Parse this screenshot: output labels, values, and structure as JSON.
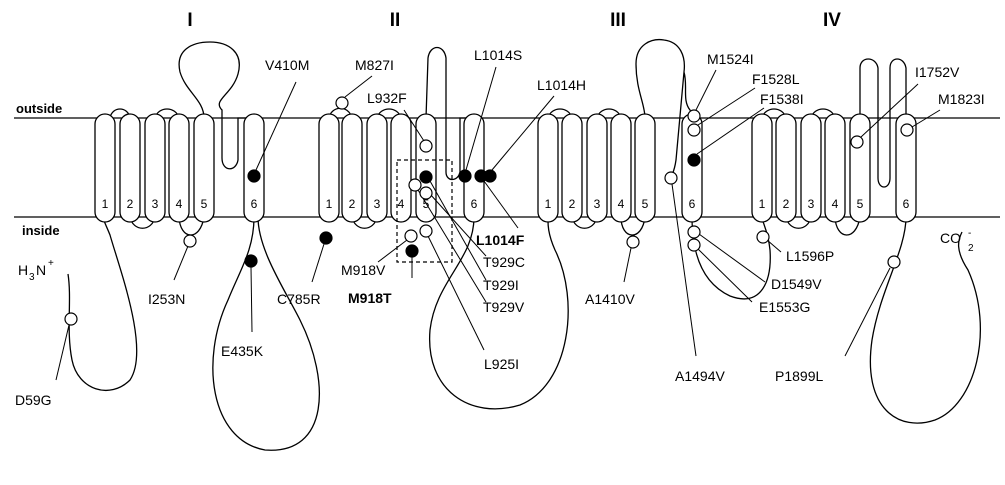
{
  "domains": [
    "I",
    "II",
    "III",
    "IV"
  ],
  "sides": {
    "outside": "outside",
    "inside": "inside"
  },
  "segment_numbers": [
    "1",
    "2",
    "3",
    "4",
    "5",
    "6"
  ],
  "n_terminus": {
    "base": "H",
    "sub": "3",
    "n": "N",
    "sup": "+"
  },
  "c_terminus": {
    "base": "CO",
    "sup": "-",
    "sub": "2"
  },
  "mutations": [
    {
      "id": "v410m",
      "label": "V410M",
      "filled": true,
      "bold": false
    },
    {
      "id": "m827i",
      "label": "M827I",
      "filled": false,
      "bold": false
    },
    {
      "id": "l932f",
      "label": "L932F",
      "filled": false,
      "bold": false
    },
    {
      "id": "l1014s",
      "label": "L1014S",
      "filled": true,
      "bold": false
    },
    {
      "id": "l1014h",
      "label": "L1014H",
      "filled": true,
      "bold": false
    },
    {
      "id": "m1524i",
      "label": "M1524I",
      "filled": false,
      "bold": false
    },
    {
      "id": "f1528l",
      "label": "F1528L",
      "filled": false,
      "bold": false
    },
    {
      "id": "f1538i",
      "label": "F1538I",
      "filled": true,
      "bold": false
    },
    {
      "id": "i1752v",
      "label": "I1752V",
      "filled": false,
      "bold": false
    },
    {
      "id": "m1823i",
      "label": "M1823I",
      "filled": false,
      "bold": false
    },
    {
      "id": "l1014f",
      "label": "L1014F",
      "filled": true,
      "bold": true
    },
    {
      "id": "t929c",
      "label": "T929C",
      "filled": false,
      "bold": false
    },
    {
      "id": "t929i",
      "label": "T929I",
      "filled": true,
      "bold": false
    },
    {
      "id": "t929v",
      "label": "T929V",
      "filled": false,
      "bold": false
    },
    {
      "id": "m918v",
      "label": "M918V",
      "filled": false,
      "bold": false
    },
    {
      "id": "m918t",
      "label": "M918T",
      "filled": true,
      "bold": true
    },
    {
      "id": "l925i",
      "label": "L925I",
      "filled": false,
      "bold": false
    },
    {
      "id": "i253n",
      "label": "I253N",
      "filled": false,
      "bold": false
    },
    {
      "id": "e435k",
      "label": "E435K",
      "filled": true,
      "bold": false
    },
    {
      "id": "c785r",
      "label": "C785R",
      "filled": true,
      "bold": false
    },
    {
      "id": "d59g",
      "label": "D59G",
      "filled": false,
      "bold": false
    },
    {
      "id": "a1410v",
      "label": "A1410V",
      "filled": false,
      "bold": false
    },
    {
      "id": "a1494v",
      "label": "A1494V",
      "filled": false,
      "bold": false
    },
    {
      "id": "l1596p",
      "label": "L1596P",
      "filled": false,
      "bold": false
    },
    {
      "id": "d1549v",
      "label": "D1549V",
      "filled": false,
      "bold": false
    },
    {
      "id": "e1553g",
      "label": "E1553G",
      "filled": false,
      "bold": false
    },
    {
      "id": "p1899l",
      "label": "P1899L",
      "filled": false,
      "bold": false
    }
  ]
}
